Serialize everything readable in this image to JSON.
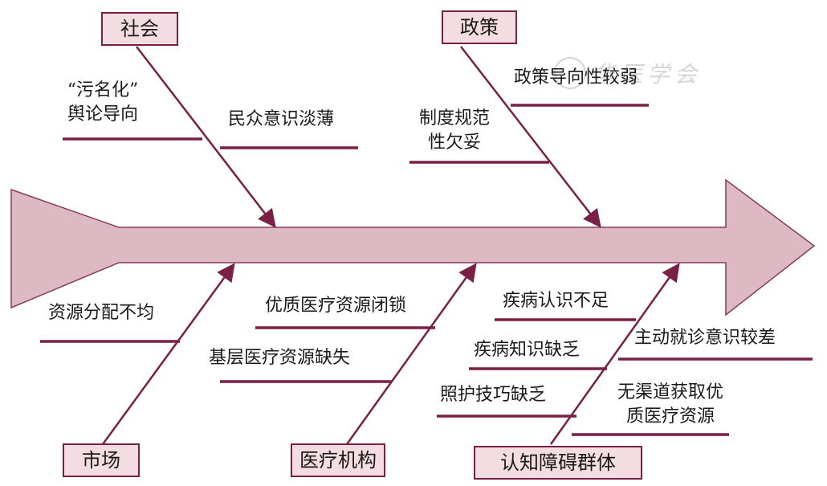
{
  "categories": {
    "society": "社会",
    "policy": "政策",
    "market": "市场",
    "medical": "医疗机构",
    "cognitive": "认知障碍群体"
  },
  "causes": {
    "stigma": "“污名化”\n舆论导向",
    "public_awareness": "民众意识淡薄",
    "policy_guidance": "政策导向性较弱",
    "system_norms": "制度规范\n性欠妥",
    "resource_allocation": "资源分配不均",
    "quality_locked": "优质医疗资源闭锁",
    "grassroots_missing": "基层医疗资源缺失",
    "disease_awareness": "疾病认识不足",
    "disease_knowledge": "疾病知识缺乏",
    "care_skills": "照护技巧缺乏",
    "proactive_care": "主动就诊意识较差",
    "no_channel": "无渠道获取优\n质医疗资源"
  },
  "watermark": {
    "text": "华医学会",
    "icon": "seal-icon"
  },
  "colors": {
    "line": "#7a1f45",
    "box_fill": "#f3dde3",
    "arrow_fill": "#ddb9c4",
    "arrow_stroke": "#8a3a5a"
  }
}
